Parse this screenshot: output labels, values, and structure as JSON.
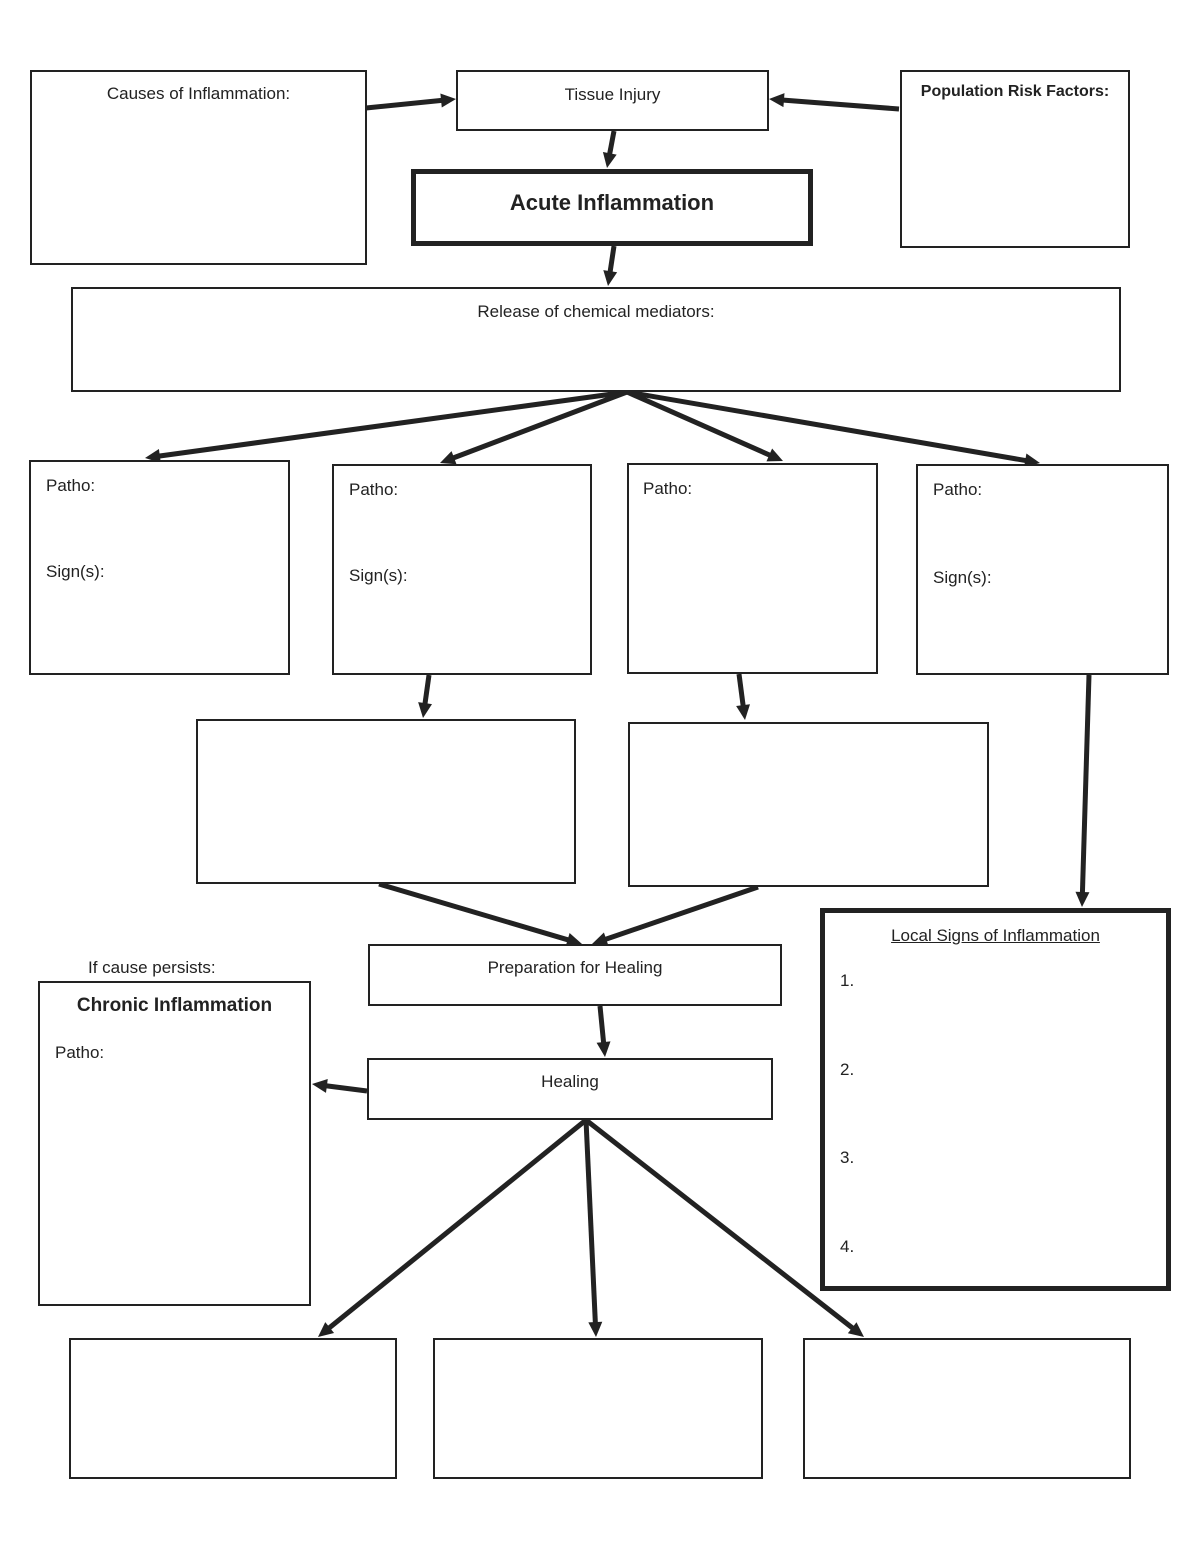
{
  "causes": {
    "title": "Causes of Inflammation:"
  },
  "tissue_injury": {
    "title": "Tissue Injury"
  },
  "risk_factors": {
    "title": "Population Risk Factors:"
  },
  "acute": {
    "title": "Acute Inflammation"
  },
  "mediators": {
    "title": "Release of chemical mediators:"
  },
  "patho_boxes": [
    {
      "patho": "Patho:",
      "signs": "Sign(s):"
    },
    {
      "patho": "Patho:",
      "signs": "Sign(s):"
    },
    {
      "patho": "Patho:",
      "signs": ""
    },
    {
      "patho": "Patho:",
      "signs": "Sign(s):"
    }
  ],
  "chronic": {
    "caption": "If cause persists:",
    "title": "Chronic Inflammation",
    "patho": "Patho:"
  },
  "preparation": {
    "title": "Preparation for Healing"
  },
  "healing": {
    "title": "Healing"
  },
  "local_signs": {
    "title": "Local Signs of Inflammation",
    "items": [
      "1.",
      "2.",
      "3.",
      "4."
    ]
  }
}
